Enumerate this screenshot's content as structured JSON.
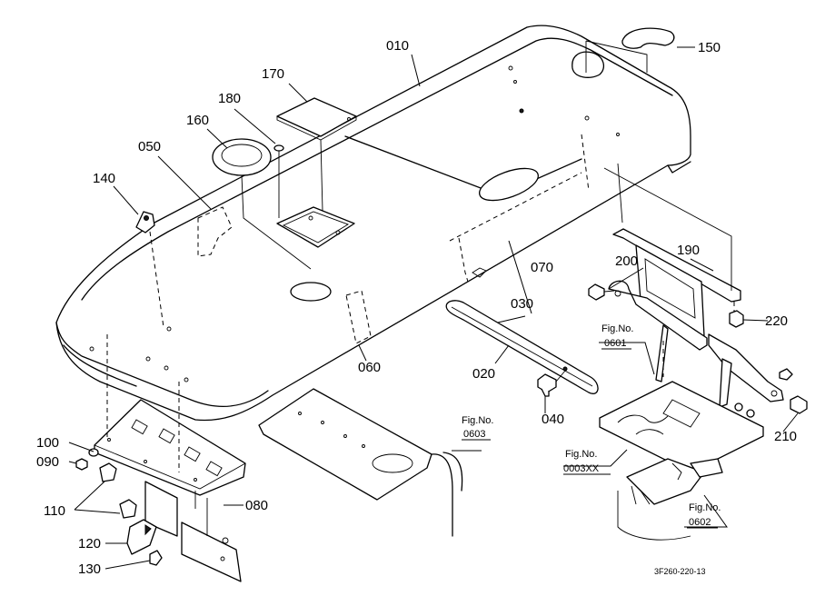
{
  "parts": {
    "p010": "010",
    "p020": "020",
    "p030": "030",
    "p040": "040",
    "p050": "050",
    "p060": "060",
    "p070": "070",
    "p080": "080",
    "p090": "090",
    "p100": "100",
    "p110": "110",
    "p120": "120",
    "p130": "130",
    "p140": "140",
    "p150": "150",
    "p160": "160",
    "p170": "170",
    "p180": "180",
    "p190": "190",
    "p200": "200",
    "p210": "210",
    "p220": "220"
  },
  "figure_refs": {
    "fig_0603_title": "Fig.No.",
    "fig_0603_num": "0603",
    "fig_0601_title": "Fig.No.",
    "fig_0601_num": "0601",
    "fig_0003_title": "Fig.No.",
    "fig_0003_num": "0003XX",
    "fig_0602_title": "Fig.No.",
    "fig_0602_num": "0602"
  },
  "drawing_code": "3F260-220-13"
}
